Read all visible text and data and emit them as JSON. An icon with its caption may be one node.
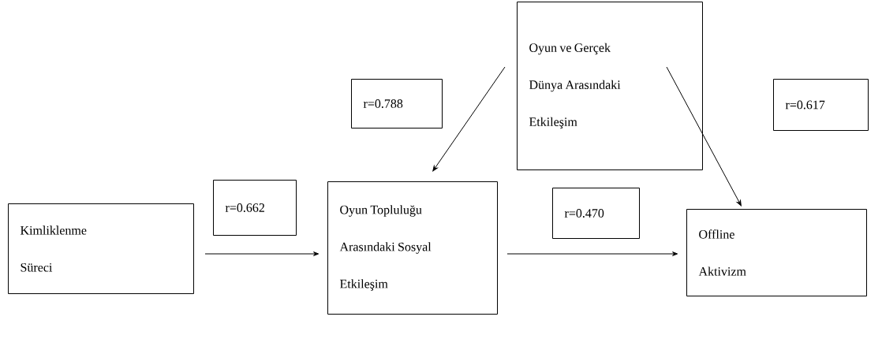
{
  "diagram": {
    "nodes": [
      {
        "text": [
          "Kimliklenme Süreci"
        ]
      },
      {
        "text": [
          "r=0.662"
        ]
      },
      {
        "text": [
          "Oyun Topluluğu Arasındaki Sosyal Etkileşim"
        ]
      },
      {
        "text": [
          "r=0.470"
        ]
      },
      {
        "text": [
          "Offline Aktivizm"
        ]
      },
      {
        "text": [
          "Oyun ve Gerçek Dünya Arasındaki Etkileşim"
        ]
      },
      {
        "text": [
          "r=0.788"
        ]
      },
      {
        "text": [
          "r=0.617"
        ]
      }
    ],
    "edges": [
      {
        "from": 0,
        "to": 2,
        "arrow": "to"
      },
      {
        "from": 2,
        "to": 4,
        "arrow": "to"
      },
      {
        "from": 5,
        "to": 2,
        "arrow": "to"
      },
      {
        "from": 5,
        "to": 4,
        "arrow": "to"
      }
    ]
  }
}
